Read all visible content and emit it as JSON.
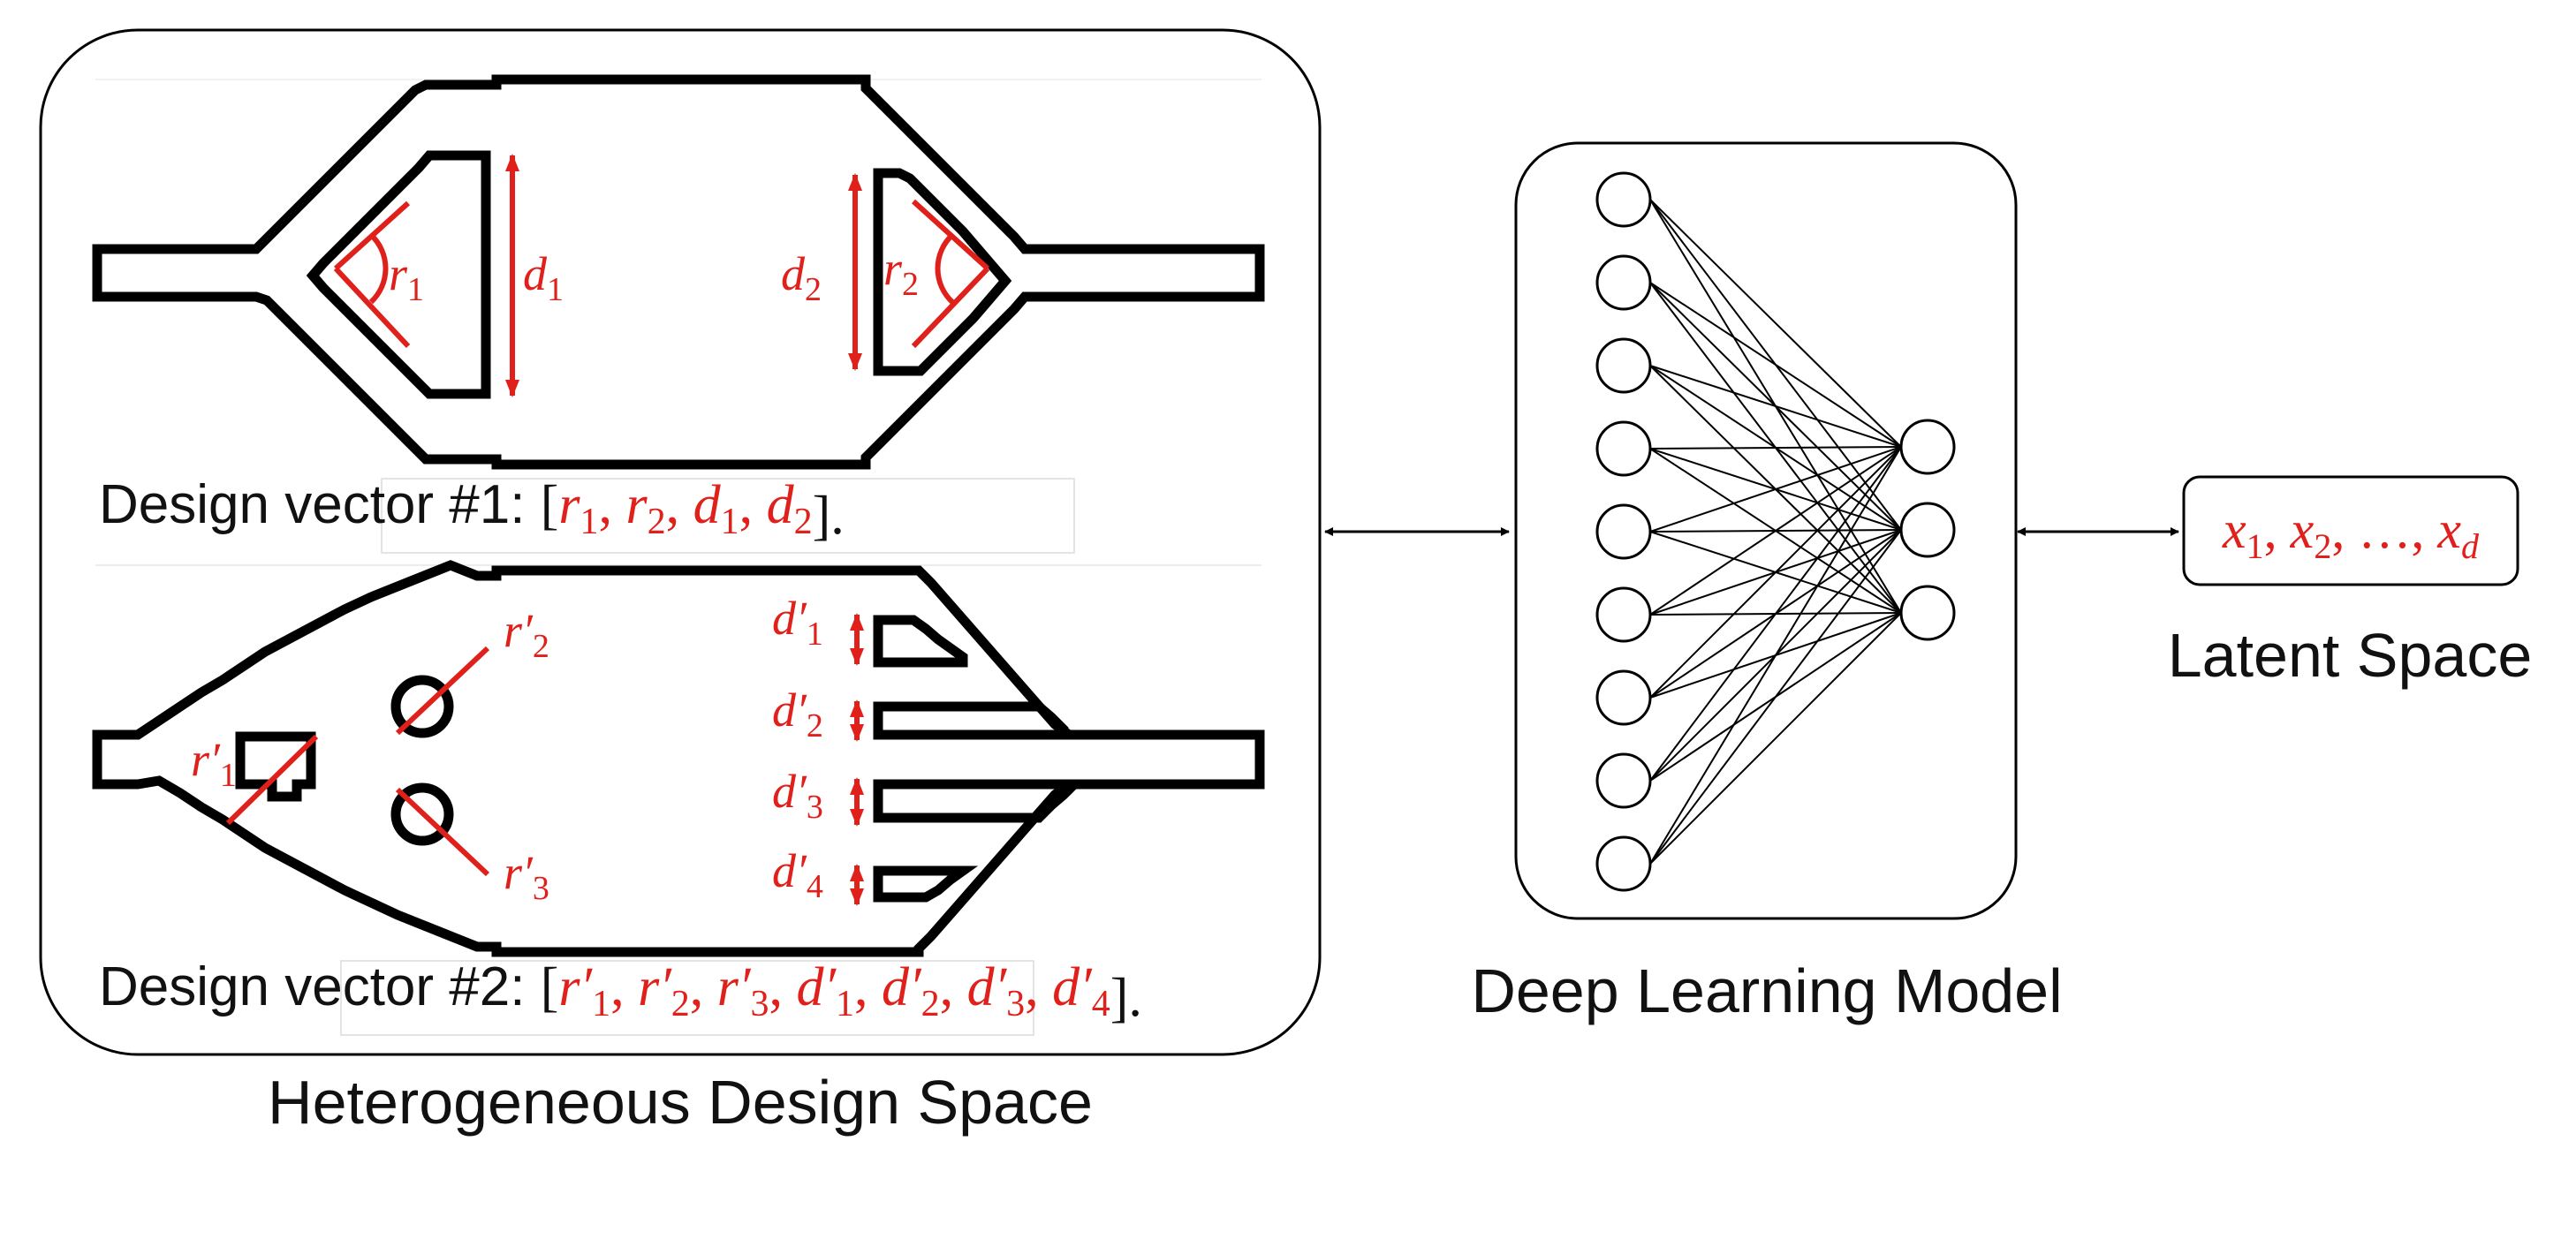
{
  "design_space": {
    "caption": "Heterogeneous Design Space",
    "vector1": {
      "prefix": "Design vector #1: ",
      "open": "[",
      "vars": [
        "r",
        "r",
        "d",
        "d"
      ],
      "subs": [
        "1",
        "2",
        "1",
        "2"
      ],
      "primes": [
        "",
        "",
        "",
        ""
      ],
      "close": "]."
    },
    "vector2": {
      "prefix": "Design vector #2: ",
      "open": "[",
      "vars": [
        "r",
        "r",
        "r",
        "d",
        "d",
        "d",
        "d"
      ],
      "subs": [
        "1",
        "2",
        "3",
        "1",
        "2",
        "3",
        "4"
      ],
      "primes": [
        "′",
        "′",
        "′",
        "′",
        "′",
        "′",
        "′"
      ],
      "close": "]."
    },
    "shape1_labels": {
      "r1": {
        "v": "r",
        "s": "1"
      },
      "d1": {
        "v": "d",
        "s": "1"
      },
      "d2": {
        "v": "d",
        "s": "2"
      },
      "r2": {
        "v": "r",
        "s": "2"
      }
    },
    "shape2_labels": {
      "r2p": {
        "v": "r′",
        "s": "2"
      },
      "r1p": {
        "v": "r′",
        "s": "1"
      },
      "r3p": {
        "v": "r′",
        "s": "3"
      },
      "d1p": {
        "v": "d′",
        "s": "1"
      },
      "d2p": {
        "v": "d′",
        "s": "2"
      },
      "d3p": {
        "v": "d′",
        "s": "3"
      },
      "d4p": {
        "v": "d′",
        "s": "4"
      }
    }
  },
  "model": {
    "caption": "Deep Learning Model",
    "input_nodes": 9,
    "output_nodes": 3
  },
  "latent": {
    "caption": "Latent Space",
    "v1": "x",
    "s1": "1",
    "v2": "x",
    "s2": "2",
    "dots": "…",
    "vd": "x",
    "sd": "d"
  },
  "colors": {
    "accent": "#e0201b",
    "ink": "#000000"
  }
}
